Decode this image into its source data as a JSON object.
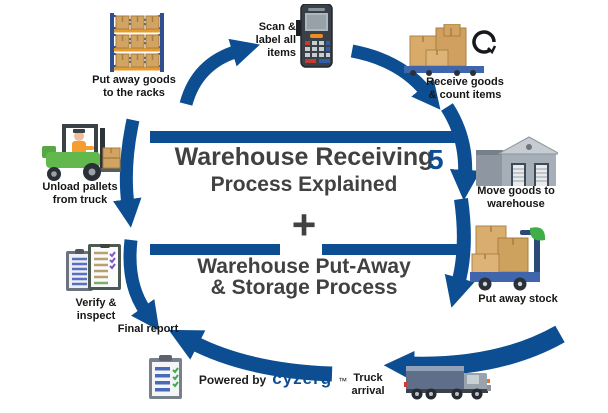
{
  "diagram_title": "Warehouse Receiving and Put-Away Process",
  "colors": {
    "arrow_blue": "#0c4e91",
    "title_gray": "#414141",
    "label_black": "#161616",
    "box_tan": "#d2a463",
    "forklift_green": "#5cb648",
    "warehouse_gray": "#a6aeb7"
  },
  "center": {
    "title_line1": "Warehouse Receiving",
    "title_line2": "Process Explained",
    "plus": "+",
    "subtitle_line1": "Warehouse Put-Away",
    "subtitle_line2": "& Storage Process",
    "step_number": "5"
  },
  "caption": {
    "prefix": "Powered by",
    "brand": "cyzerg",
    "suffix": "™"
  },
  "steps": [
    {
      "id": "storage-rack",
      "line1": "Put away goods",
      "line2": "to the racks"
    },
    {
      "id": "scan-items",
      "line1": "Scan &",
      "line2": "label all",
      "line3": "items"
    },
    {
      "id": "receive-goods",
      "line1": "Receive goods",
      "line2": "& count items"
    },
    {
      "id": "warehouse",
      "line1": "Move goods to",
      "line2": "warehouse"
    },
    {
      "id": "put-away",
      "line1": "Put away stock",
      "line2": ""
    },
    {
      "id": "truck",
      "line1": "Truck",
      "line2": "arrival"
    },
    {
      "id": "report",
      "line1": "Final report",
      "line2": ""
    },
    {
      "id": "inspect",
      "line1": "Verify &",
      "line2": "inspect"
    },
    {
      "id": "unload",
      "line1": "Unload pallets",
      "line2": "from truck"
    }
  ],
  "icons": [
    "pallet-rack-icon",
    "barcode-scanner-icon",
    "boxes-on-dolly-icon",
    "warehouse-building-icon",
    "put-away-cart-icon",
    "cargo-truck-icon",
    "checklist-clipboard-icon",
    "inspection-clipboards-icon",
    "forklift-icon",
    "circular-arrows-icon",
    "process-ring-arrows"
  ]
}
